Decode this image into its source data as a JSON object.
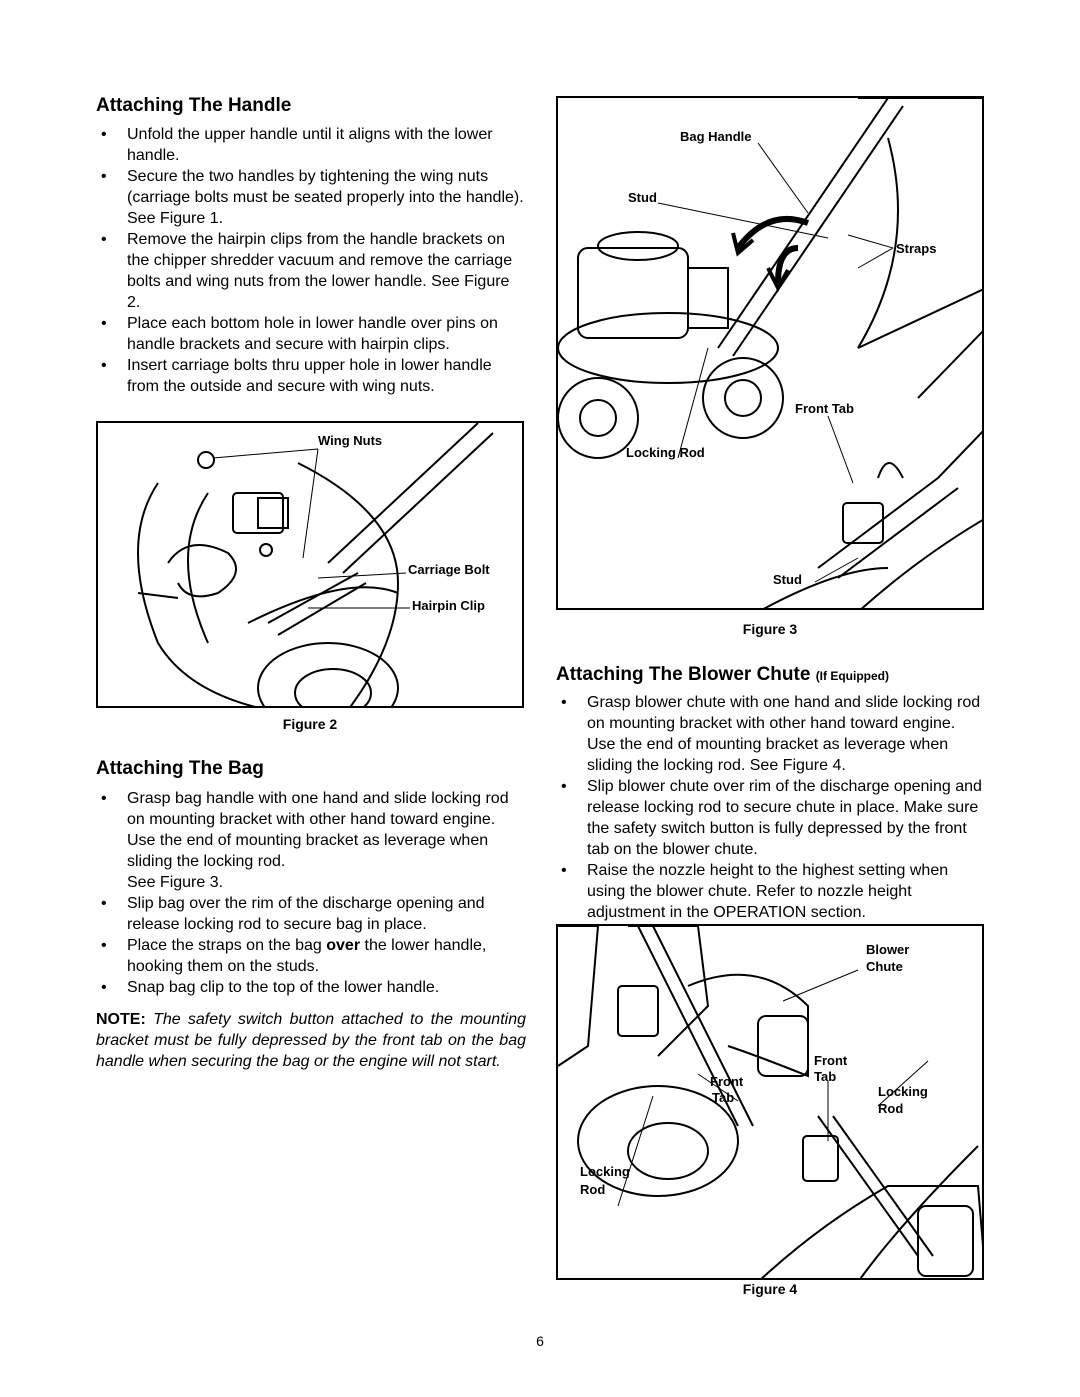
{
  "left": {
    "handle": {
      "title": "Attaching The Handle",
      "bullets": [
        "Unfold the upper handle until it aligns with the lower handle.",
        "Secure the two handles by tightening the wing nuts (carriage bolts must be seated properly into the handle). See Figure 1.",
        "Remove the hairpin clips from the handle brackets on the chipper shredder vacuum and remove the carriage bolts and wing nuts from the lower handle. See Figure 2.",
        "Place each bottom hole in lower handle over pins on handle brackets and secure with hairpin clips.",
        "Insert carriage bolts thru upper hole in lower handle from the outside and secure with wing nuts."
      ]
    },
    "figure2": {
      "caption": "Figure 2",
      "labels": {
        "wing_nuts": "Wing Nuts",
        "carriage_bolt": "Carriage Bolt",
        "hairpin_clip": "Hairpin Clip"
      }
    },
    "bag": {
      "title": "Attaching The Bag",
      "bullets": [
        "Grasp bag handle with one hand and slide locking rod on mounting bracket with other hand toward engine. Use the end of mounting bracket as leverage when sliding the locking rod.",
        "Slip bag over the rim of the discharge opening and release locking rod to secure bag in place.",
        "Place the straps on the bag over the lower handle, hooking them on the studs.",
        "Snap bag clip to the top of the lower handle."
      ],
      "see_figure": "See Figure 3.",
      "note_label": "NOTE:",
      "note_text": "The safety switch button attached to the mounting bracket must be fully depressed by the front tab on the bag handle when securing the bag or the engine will not start."
    }
  },
  "right": {
    "figure3": {
      "caption": "Figure 3",
      "labels": {
        "bag_handle": "Bag Handle",
        "stud_top": "Stud",
        "straps": "Straps",
        "front_tab": "Front Tab",
        "locking_rod": "Locking Rod",
        "stud_bottom": "Stud"
      }
    },
    "blower": {
      "title": "Attaching The Blower Chute",
      "title_suffix": "(If Equipped)",
      "bullets": [
        "Grasp blower chute with one hand and slide locking rod on mounting bracket with other hand toward engine. Use the end of mounting bracket as leverage when sliding the locking rod. See Figure 4.",
        "Slip blower chute over rim of the discharge opening and release locking rod to secure chute in place. Make sure the safety switch button is fully depressed by the front tab on the blower chute.",
        "Raise the nozzle height to the highest setting when using the blower chute. Refer to nozzle height adjustment in the OPERATION section."
      ]
    },
    "figure4": {
      "caption": "Figure 4",
      "labels": {
        "blower": "Blower",
        "chute": "Chute",
        "front_tab_a_1": "Front",
        "front_tab_a_2": "Tab",
        "front_tab_b_1": "Front",
        "front_tab_b_2": "Tab",
        "locking_rod_a_1": "Locking",
        "locking_rod_a_2": "Rod",
        "locking_rod_b_1": "Locking",
        "locking_rod_b_2": "Rod"
      }
    }
  },
  "page_number": "6"
}
